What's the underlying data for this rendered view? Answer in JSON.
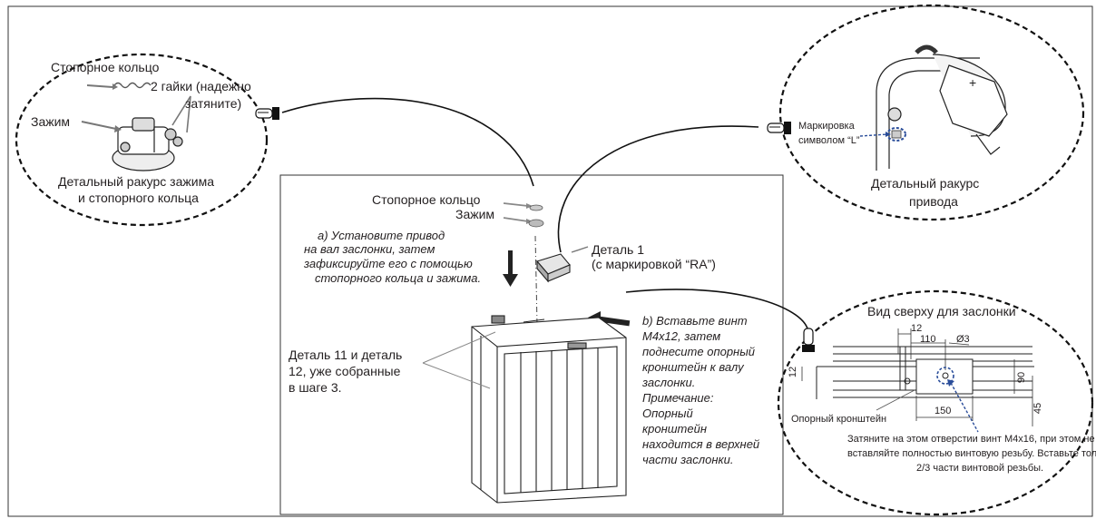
{
  "left_detail": {
    "retaining_ring": "Стопорное кольцо",
    "nuts": "2 гайки (надежно",
    "nuts_2": "затяните)",
    "clamp": "Зажим",
    "caption_1": "Детальный ракурс зажима",
    "caption_2": "и стопорного кольца"
  },
  "right_detail": {
    "marking_1": "Маркировка",
    "marking_2": "символом “L”",
    "caption_1": "Детальный ракурс",
    "caption_2": "привода"
  },
  "main": {
    "retaining_ring": "Стопорное кольцо",
    "clamp": "Зажим",
    "step_a": [
      "a) Установите привод",
      "на вал заслонки, затем",
      "зафиксируйте его с помощью",
      "стопорного кольца и зажима."
    ],
    "part1_1": "Деталь 1",
    "part1_2": "(с маркировкой “RA”)",
    "parts_11_12": [
      "Деталь 11 и деталь",
      "12, уже собранные",
      "в шаге 3."
    ],
    "step_b": [
      "b) Вставьте винт",
      "M4x12, затем",
      "поднесите опорный",
      "кронштейн к валу",
      "заслонки.",
      "Примечание:",
      "Опорный",
      "кронштейн",
      "находится в верхней",
      "части заслонки."
    ]
  },
  "top_view": {
    "title": "Вид сверху для заслонки",
    "dim_12_top": "12",
    "dim_110": "110",
    "dim_d3": "Ø3",
    "dim_12_left": "12",
    "dim_150": "150",
    "dim_90": "90",
    "dim_45": "45",
    "bracket_label": "Опорный кронштейн",
    "note_1": "Затяните на этом отверстии винт M4x16, при этом не",
    "note_2": "вставляйте полностью винтовую резьбу. Вставьте только",
    "note_3": "2/3 части винтовой резьбы."
  }
}
